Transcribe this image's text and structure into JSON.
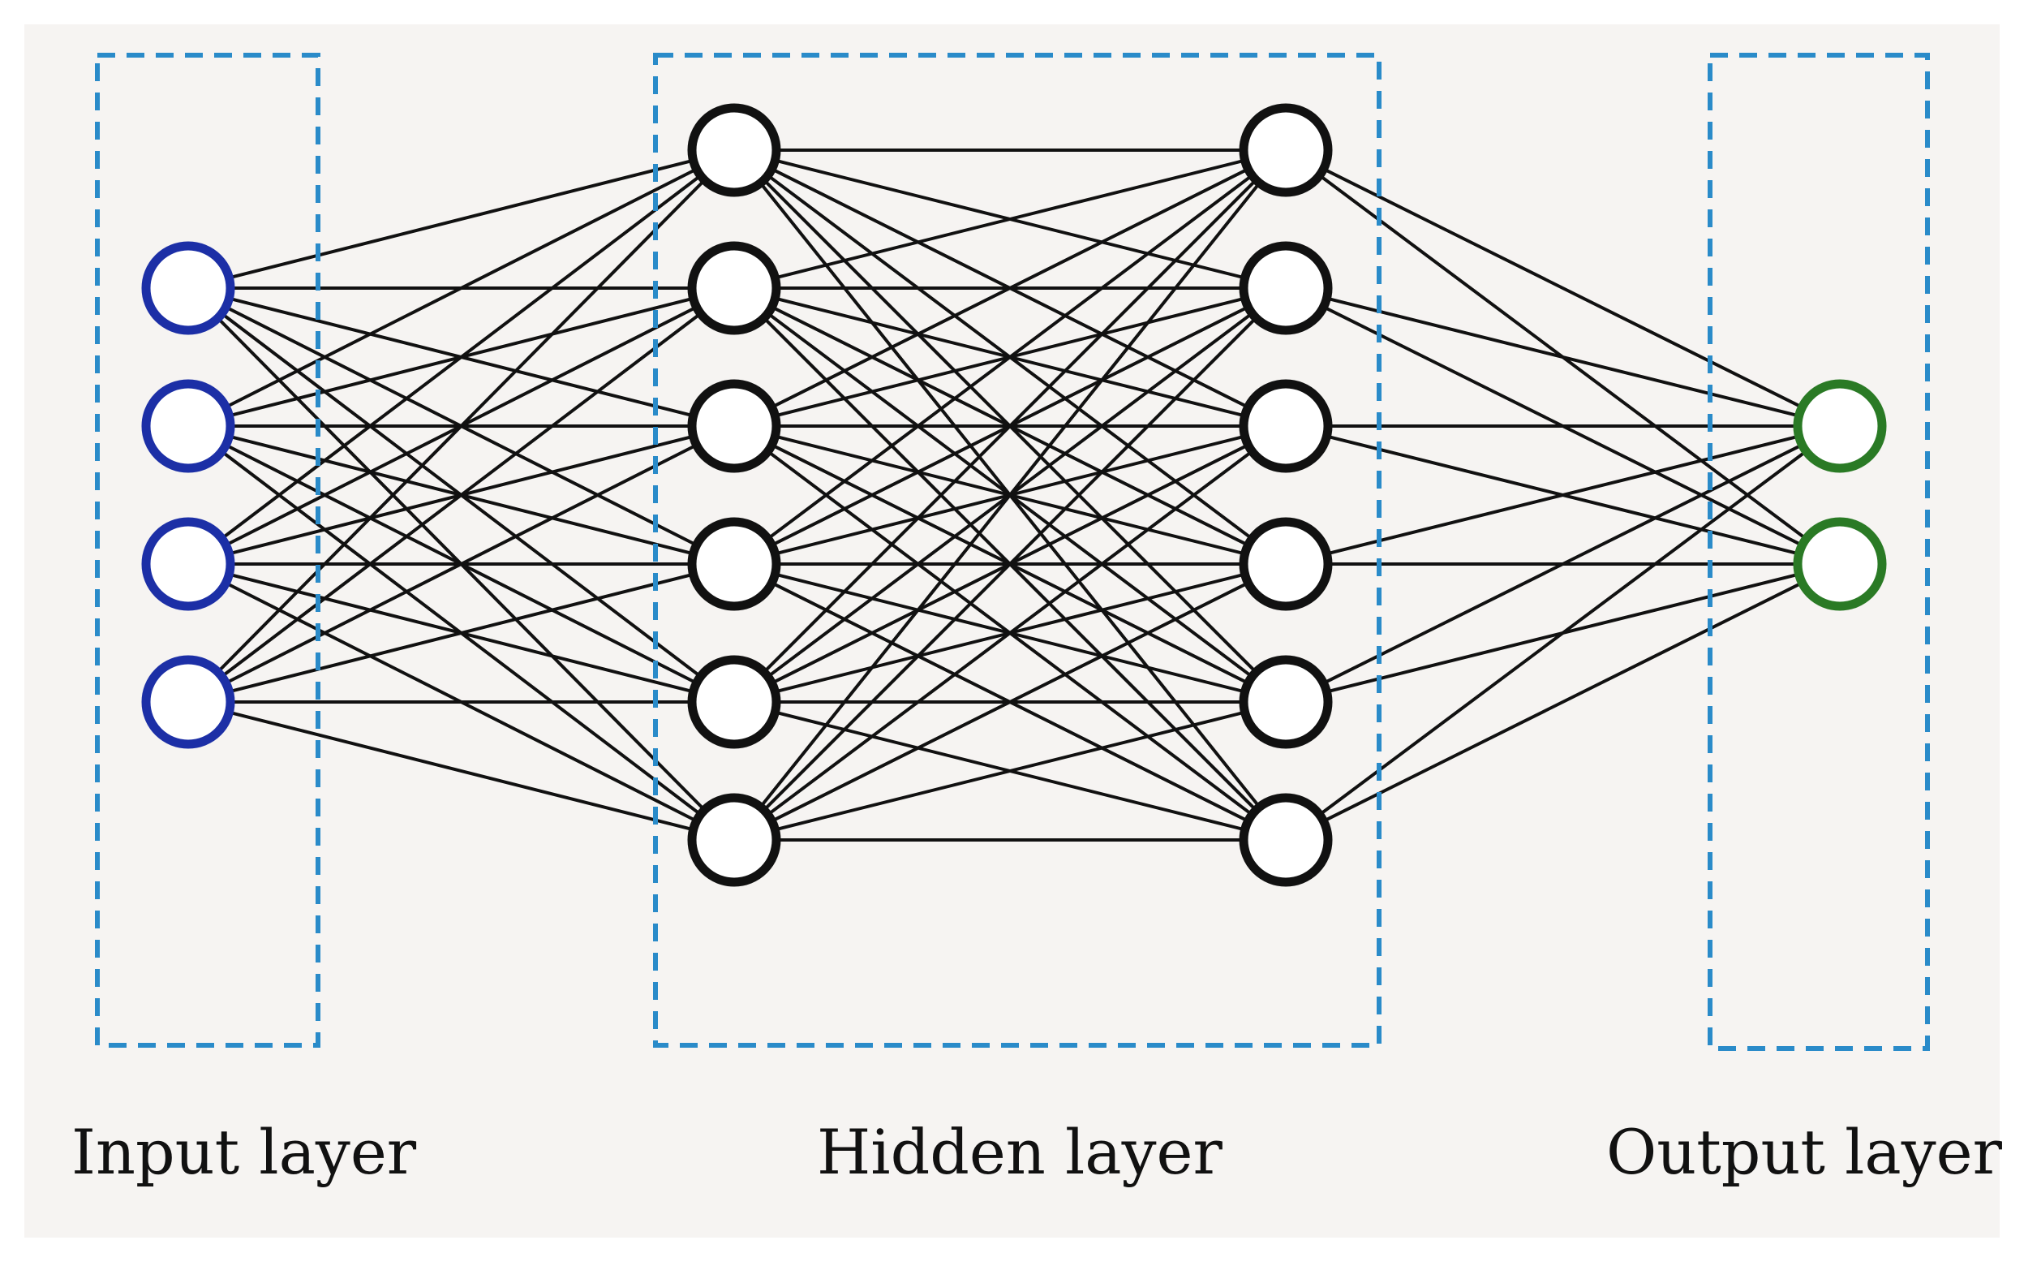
{
  "labels": {
    "input": "Input layer",
    "hidden": "Hidden layer",
    "output": "Output layer"
  },
  "network": {
    "input_nodes": 4,
    "hidden_layers": [
      6,
      6
    ],
    "output_nodes": 2
  },
  "colors": {
    "background": "#f6f4f2",
    "input_node": "#1c2fa6",
    "hidden_node": "#111111",
    "output_node": "#2a7a25",
    "edge": "#111111",
    "layer_box": "#2a8bc9"
  }
}
